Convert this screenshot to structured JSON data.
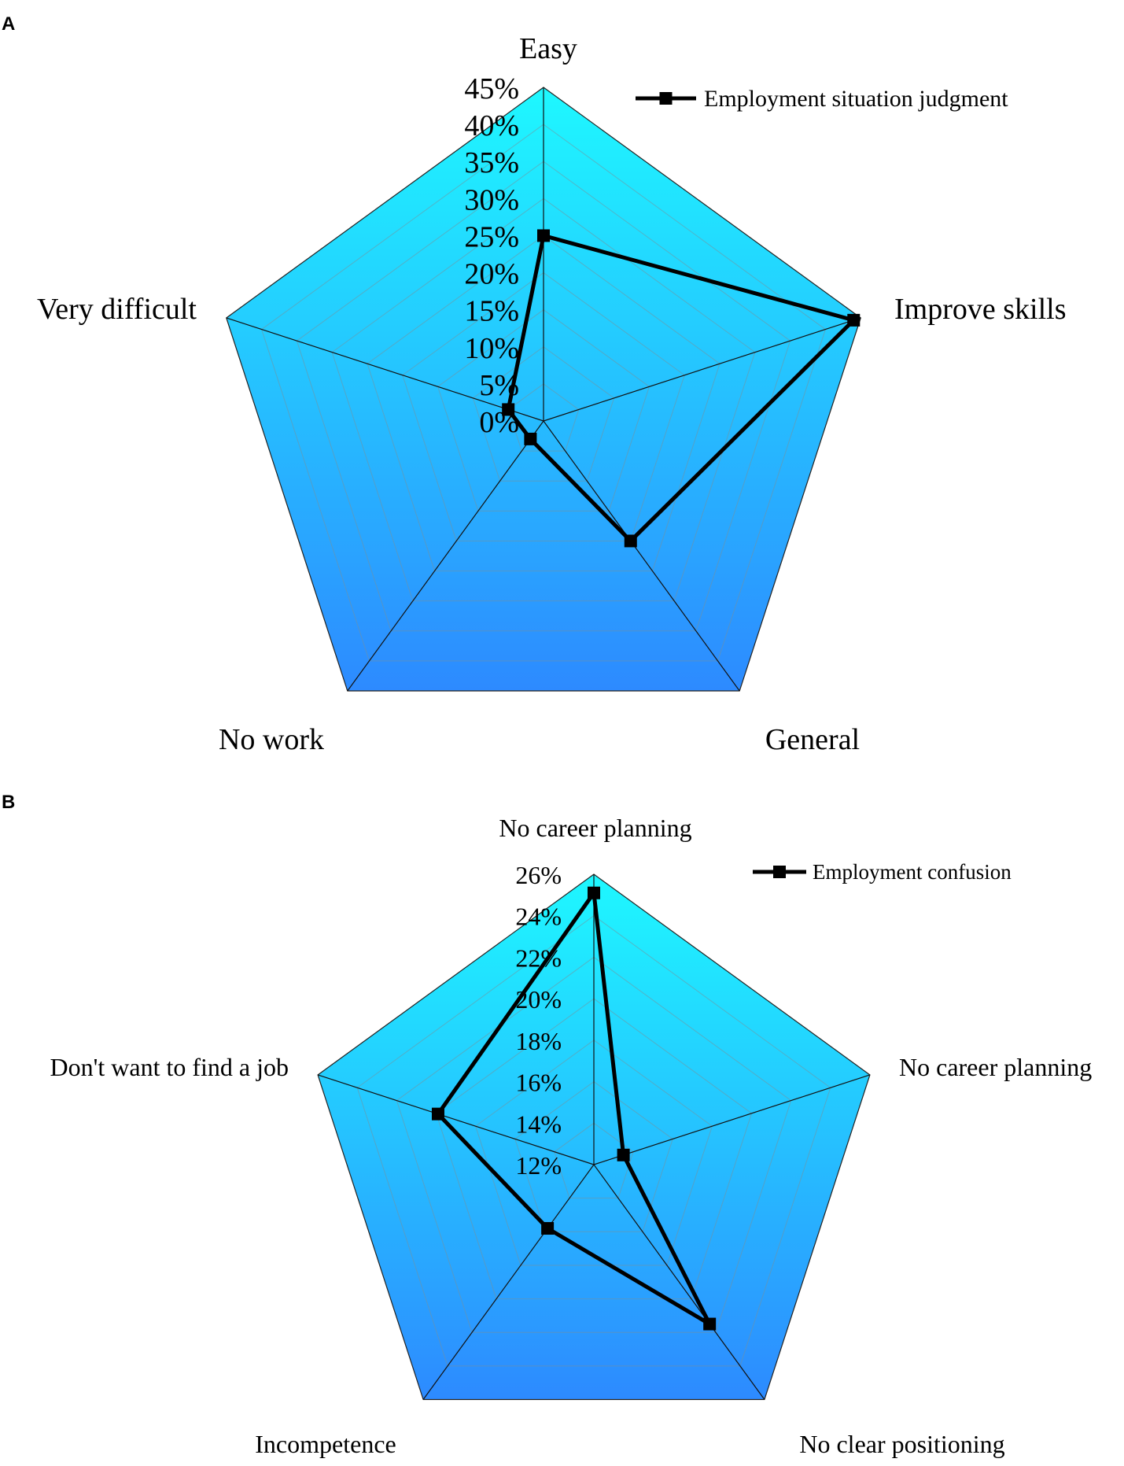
{
  "chart_data": [
    {
      "panel": "A",
      "type": "radar",
      "categories": [
        "Easy",
        "Improve skills",
        "General",
        "No work",
        "Very difficult"
      ],
      "series": [
        {
          "name": "Employment situation judgment",
          "values": [
            25,
            44,
            20,
            3,
            5
          ],
          "color": "#000000"
        }
      ],
      "ticks": [
        "0%",
        "5%",
        "10%",
        "15%",
        "20%",
        "25%",
        "30%",
        "35%",
        "40%",
        "45%"
      ],
      "rmin": 0,
      "rmax": 45,
      "grid": true,
      "legend": "top-right",
      "fill_top": "#1ef8ff",
      "fill_bottom": "#2d8aff"
    },
    {
      "panel": "B",
      "type": "radar",
      "categories": [
        "No career planning",
        "No career planning",
        "No clear positioning",
        "Incompetence",
        "Don't want to find a job"
      ],
      "series": [
        {
          "name": "Employment confusion",
          "values": [
            25.1,
            13.5,
            21.5,
            15.8,
            19.9
          ],
          "color": "#000000"
        }
      ],
      "ticks": [
        "12%",
        "14%",
        "16%",
        "18%",
        "20%",
        "22%",
        "24%",
        "26%"
      ],
      "rmin": 12,
      "rmax": 26,
      "grid": true,
      "legend": "top-right",
      "fill_top": "#1ef8ff",
      "fill_bottom": "#2d8aff"
    }
  ]
}
